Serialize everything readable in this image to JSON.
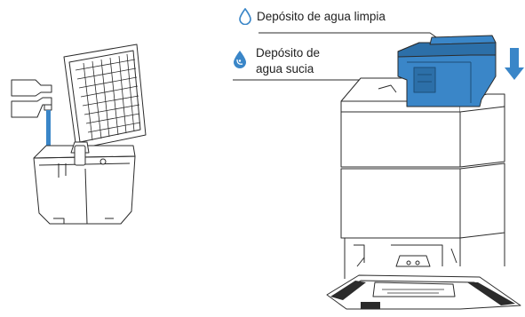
{
  "labels": {
    "clean_tank": "Depósito de agua limpia",
    "dirty_tank_line1": "Depósito de",
    "dirty_tank_line2": "agua sucia"
  },
  "icons": {
    "clean_tank_icon": "water-drop-outline-icon",
    "dirty_tank_icon": "dirty-water-drop-icon",
    "insert_arrow": "arrow-down-icon",
    "faucet": "faucet-icon"
  },
  "colors": {
    "tank_blue": "#3a86c8",
    "tank_blue_dark": "#2c6fa8",
    "water_blue": "#3a86c8",
    "line": "#2b2b2b",
    "label_text": "#1f1f1f"
  }
}
